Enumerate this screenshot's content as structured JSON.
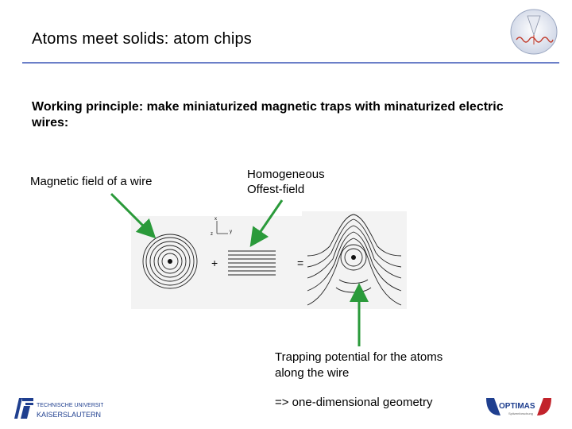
{
  "slide": {
    "title": "Atoms meet solids: atom chips",
    "principle": "Working principle: make miniaturized magnetic traps with minaturized electric wires:",
    "label_wire": "Magnetic field of a wire",
    "label_offset_line1": "Homogeneous",
    "label_offset_line2": "Offest-field",
    "label_trap_line1": "Trapping potential for the atoms",
    "label_trap_line2": "along the wire",
    "label_geometry": "=> one-dimensional geometry"
  },
  "figure": {
    "plus": "+",
    "equals": "=",
    "axis_x": "x",
    "axis_y": "y",
    "axis_z": "z"
  },
  "logos": {
    "tu_line1": "TECHNISCHE UNIVERSITÄT",
    "tu_line2": "KAISERSLAUTERN",
    "optimas": "OPTIMAS",
    "optimas_sub": "Spitzen­forschung"
  },
  "colors": {
    "accent_rule": "#6b7fc8",
    "arrow": "#2a9a3a",
    "tu_blue": "#1f3f8f",
    "optimas_red": "#c2232b",
    "optimas_blue": "#1f3f8f"
  },
  "icons": {
    "corner_logo": "cone-wave-icon",
    "tu_logo": "tu-kaiserslautern-logo",
    "optimas_logo": "optimas-logo"
  }
}
